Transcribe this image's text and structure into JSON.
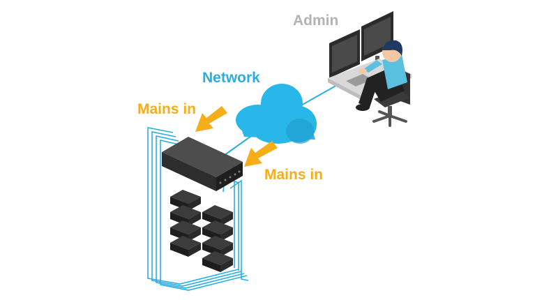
{
  "labels": {
    "admin": "Admin",
    "network": "Network",
    "mains_in_left": "Mains in",
    "mains_in_right": "Mains in"
  },
  "colors": {
    "admin_text": "#b3b3b3",
    "network_text": "#29aee3",
    "mains_text": "#f5ad1a",
    "cloud": "#29b6e8",
    "cable": "#29aee3",
    "arrow": "#f5ad1a",
    "hub_top": "#4d4d4d",
    "hub_front": "#2d2d2d",
    "unit_top": "#3c3c3c",
    "unit_front": "#1e1e1e",
    "monitor": "#2b2b2b",
    "desk": "#d9d9d9",
    "shirt": "#5bbfe0",
    "pants": "#222222",
    "chair": "#333333",
    "hair": "#1f3a60",
    "skin": "#f3c9a5"
  },
  "icons": {
    "admin": "admin-workstation-icon",
    "network": "cloud-icon",
    "hub": "power-hub-icon",
    "units": "device-stack-icon",
    "mains": "arrow-icon"
  }
}
